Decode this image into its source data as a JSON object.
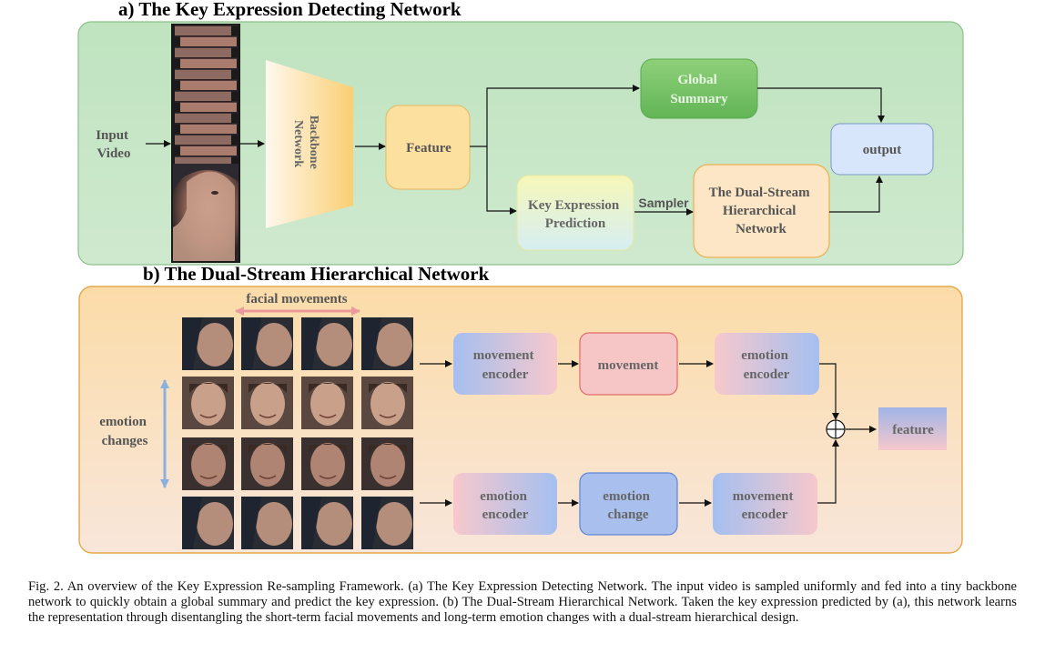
{
  "section_a": {
    "title": "a) The Key Expression Detecting Network",
    "input_label": [
      "Input",
      "Video"
    ],
    "backbone_label": [
      "Backbone",
      "Network"
    ],
    "feature": "Feature",
    "global_summary": [
      "Global",
      "Summary"
    ],
    "key_expression": [
      "Key Expression",
      "Prediction"
    ],
    "sampler": "Sampler",
    "dual_stream": [
      "The Dual-Stream",
      "Hierarchical",
      "Network"
    ],
    "output": "output"
  },
  "section_b": {
    "title": "b) The Dual-Stream Hierarchical Network",
    "facial_movements": "facial movements",
    "emotion_changes": [
      "emotion",
      "changes"
    ],
    "top_stream": {
      "block1": [
        "movement",
        "encoder"
      ],
      "block2": [
        "movement"
      ],
      "block3": [
        "emotion",
        "encoder"
      ]
    },
    "bottom_stream": {
      "block1": [
        "emotion",
        "encoder"
      ],
      "block2": [
        "emotion",
        "change"
      ],
      "block3": [
        "movement",
        "encoder"
      ]
    },
    "feature": "feature"
  },
  "colors": {
    "panel_a_fill": "#c6e6c6",
    "panel_a_stroke": "#8cc08c",
    "panel_b_fill": "#fbe1bc",
    "panel_b_stroke": "#e2a94a",
    "feature_fill": "#fbe0a0",
    "summary_fill": "#7cc46a",
    "output_fill": "#d8e6fb",
    "dual_fill": "#fde6c6",
    "blue": "#a9bfee",
    "pink": "#f6c6c6",
    "arrow_pink": "#ea9a9a",
    "arrow_blue": "#8ab0e0"
  },
  "caption": "Fig. 2.  An overview of the Key Expression Re-sampling Framework. (a) The Key Expression Detecting Network. The input video is sampled uniformly and fed into a tiny backbone network to quickly obtain a global summary and predict the key expression. (b) The Dual-Stream Hierarchical Network. Taken the key expression predicted by (a), this network learns the representation through disentangling the short-term facial movements and long-term emotion changes with a dual-stream hierarchical design."
}
